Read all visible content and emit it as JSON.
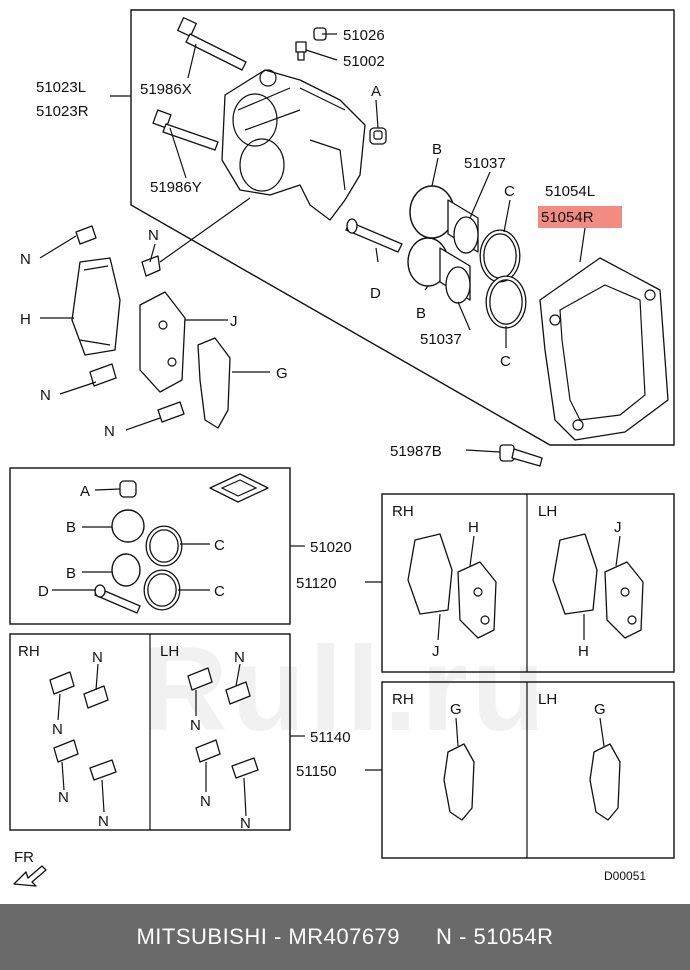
{
  "labels": {
    "p51026": "51026",
    "p51002": "51002",
    "p51023L": "51023L",
    "p51023R": "51023R",
    "p51986X": "51986X",
    "p51986Y": "51986Y",
    "A": "A",
    "B": "B",
    "C": "C",
    "D": "D",
    "G": "G",
    "H": "H",
    "J": "J",
    "N": "N",
    "p51037": "51037",
    "p51054L": "51054L",
    "p51054R": "51054R",
    "p51987B": "51987B",
    "p51020": "51020",
    "p51120": "51120",
    "p51140": "51140",
    "p51150": "51150",
    "RH": "RH",
    "LH": "LH",
    "FR": "FR",
    "code": "D00051"
  },
  "watermark": "Rull.ru",
  "footer": {
    "brand_part": "MITSUBISHI - MR407679",
    "ref": "N - 51054R"
  },
  "colors": {
    "highlight": "#f28b82",
    "footer_bg": "#6a6a6a"
  }
}
